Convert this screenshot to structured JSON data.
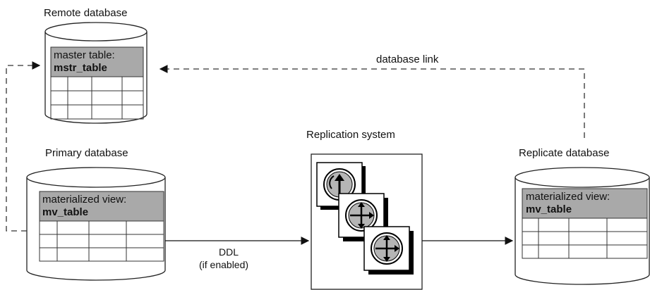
{
  "remote": {
    "label": "Remote database",
    "table_caption": "master table:",
    "table_name": "mstr_table"
  },
  "primary": {
    "label": "Primary database",
    "table_caption": "materialized view:",
    "table_name": "mv_table"
  },
  "replicate": {
    "label": "Replicate database",
    "table_caption": "materialized view:",
    "table_name": "mv_table"
  },
  "replication": {
    "label": "Replication system"
  },
  "links": {
    "database_link": "database link",
    "ddl": "DDL",
    "ddl_note": "(if enabled)"
  },
  "icons": [
    "replication-up-arrow-icon",
    "replication-cross-arrows-icon",
    "replication-cross-arrows-icon"
  ]
}
